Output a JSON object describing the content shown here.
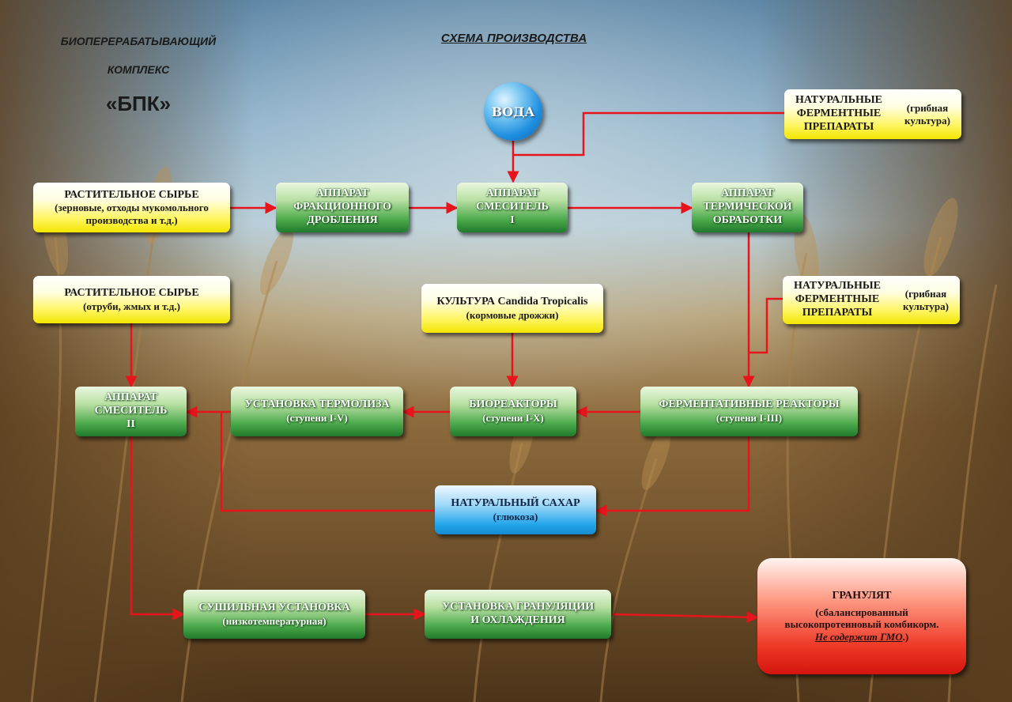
{
  "header": {
    "left_line1": "БИОПЕРЕРАБАТЫВАЮЩИЙ",
    "left_line2": "КОМПЛЕКС",
    "left_line3": "«БПК»",
    "center_title": "СХЕМА ПРОИЗВОДСТВА"
  },
  "nodes": {
    "water": "ВОДА",
    "enzyme_top": {
      "line1": "НАТУРАЛЬНЫЕ",
      "line2": "ФЕРМЕНТНЫЕ",
      "line3": "ПРЕПАРАТЫ",
      "note1": "(грибная",
      "note2": "культура)"
    },
    "enzyme_mid": {
      "line1": "НАТУРАЛЬНЫЕ",
      "line2": "ФЕРМЕНТНЫЕ",
      "line3": "ПРЕПАРАТЫ",
      "note1": "(грибная",
      "note2": "культура)"
    },
    "raw1": {
      "title": "РАСТИТЕЛЬНОЕ СЫРЬЕ",
      "sub1": "(зерновые, отходы мукомольного",
      "sub2": "производства и т.д.)"
    },
    "raw2": {
      "title": "РАСТИТЕЛЬНОЕ СЫРЬЕ",
      "sub1": "(отруби, жмых и т.д.)"
    },
    "fractional": {
      "line1": "АППАРАТ",
      "line2": "ФРАКЦИОННОГО",
      "line3": "ДРОБЛЕНИЯ"
    },
    "mixer1": {
      "line1": "АППАРАТ",
      "line2": "СМЕСИТЕЛЬ",
      "line3": "I"
    },
    "thermal": {
      "line1": "АППАРАТ",
      "line2": "ТЕРМИЧЕСКОЙ",
      "line3": "ОБРАБОТКИ"
    },
    "culture": {
      "title": "КУЛЬТУРА Candida Tropicalis",
      "sub": "(кормовые дрожжи)"
    },
    "mixer2": {
      "line1": "АППАРАТ",
      "line2": "СМЕСИТЕЛЬ",
      "line3": "II"
    },
    "thermolysis": {
      "title": "УСТАНОВКА ТЕРМОЛИЗА",
      "sub": "(ступени I-V)"
    },
    "bioreactors": {
      "title": "БИОРЕАКТОРЫ",
      "sub": "(ступени I-X)"
    },
    "fermentative": {
      "title": "ФЕРМЕНТАТИВНЫЕ РЕАКТОРЫ",
      "sub": "(ступени I-III)"
    },
    "sugar": {
      "title": "НАТУРАЛЬНЫЙ САХАР",
      "sub": "(глюкоза)"
    },
    "drying": {
      "title": "СУШИЛЬНАЯ УСТАНОВКА",
      "sub": "(низкотемпературная)"
    },
    "granulation": {
      "line1": "УСТАНОВКА ГРАНУЛЯЦИИ",
      "line2": "И ОХЛАЖДЕНИЯ"
    },
    "granulate": {
      "title": "ГРАНУЛЯТ",
      "sub1": "(сбалансированный",
      "sub2": "высокопротеиновый комбикорм.",
      "gmo": "Не содержит ГМО",
      "sub3_end": ".)"
    }
  },
  "colors": {
    "arrow": "#e8141c",
    "process_box": "#2e9a3a",
    "input_box": "#f7ee2a",
    "sugar_box": "#1fa0e6",
    "product_box": "#e32a1c"
  }
}
